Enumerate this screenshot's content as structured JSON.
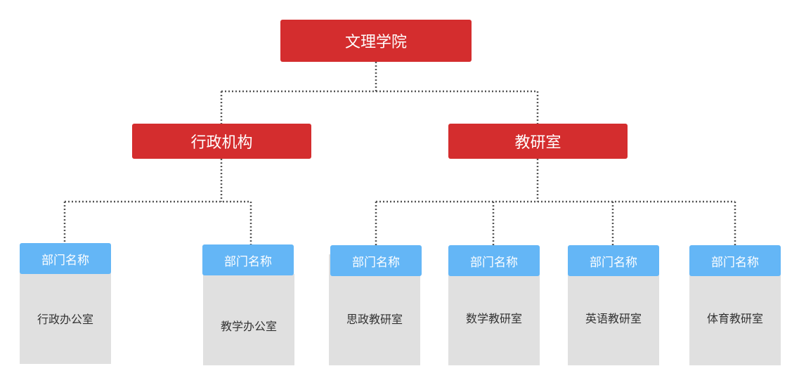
{
  "root": {
    "label": "文理学院"
  },
  "branches": [
    {
      "label": "行政机构"
    },
    {
      "label": "教研室"
    }
  ],
  "departments": [
    {
      "header": "部门名称",
      "name": "行政办公室"
    },
    {
      "header": "部门名称",
      "name": "教学办公室"
    },
    {
      "header": "部门名称",
      "name": "思政教研室"
    },
    {
      "header": "部门名称",
      "name": "数学教研室"
    },
    {
      "header": "部门名称",
      "name": "英语教研室"
    },
    {
      "header": "部门名称",
      "name": "体育教研室"
    }
  ],
  "colors": {
    "red": "#d42d2e",
    "blue": "#64b6f6",
    "gray": "#e0e0e0",
    "connector": "#555555"
  }
}
